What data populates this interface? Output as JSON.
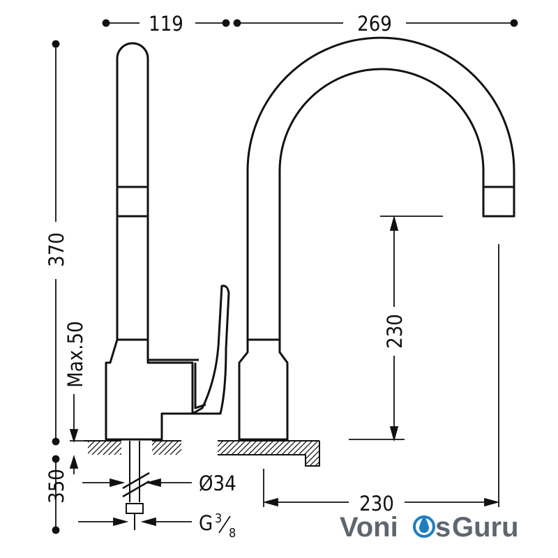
{
  "dimensions": {
    "lever_width": "119",
    "spout_reach": "269",
    "total_height": "370",
    "max_deck": "Max.50",
    "spout_clearance": "230",
    "spout_projection": "230",
    "shank_length": "350",
    "hole_diameter": "Ø34",
    "thread_prefix": "G",
    "thread_num": "3",
    "thread_den": "8"
  },
  "logo": {
    "part1": "Voni",
    "part2": "s",
    "part3": "Guru",
    "icon": "water-drop-icon",
    "colors": {
      "text": "#5d6670",
      "accent": "#1e7fbf"
    }
  }
}
